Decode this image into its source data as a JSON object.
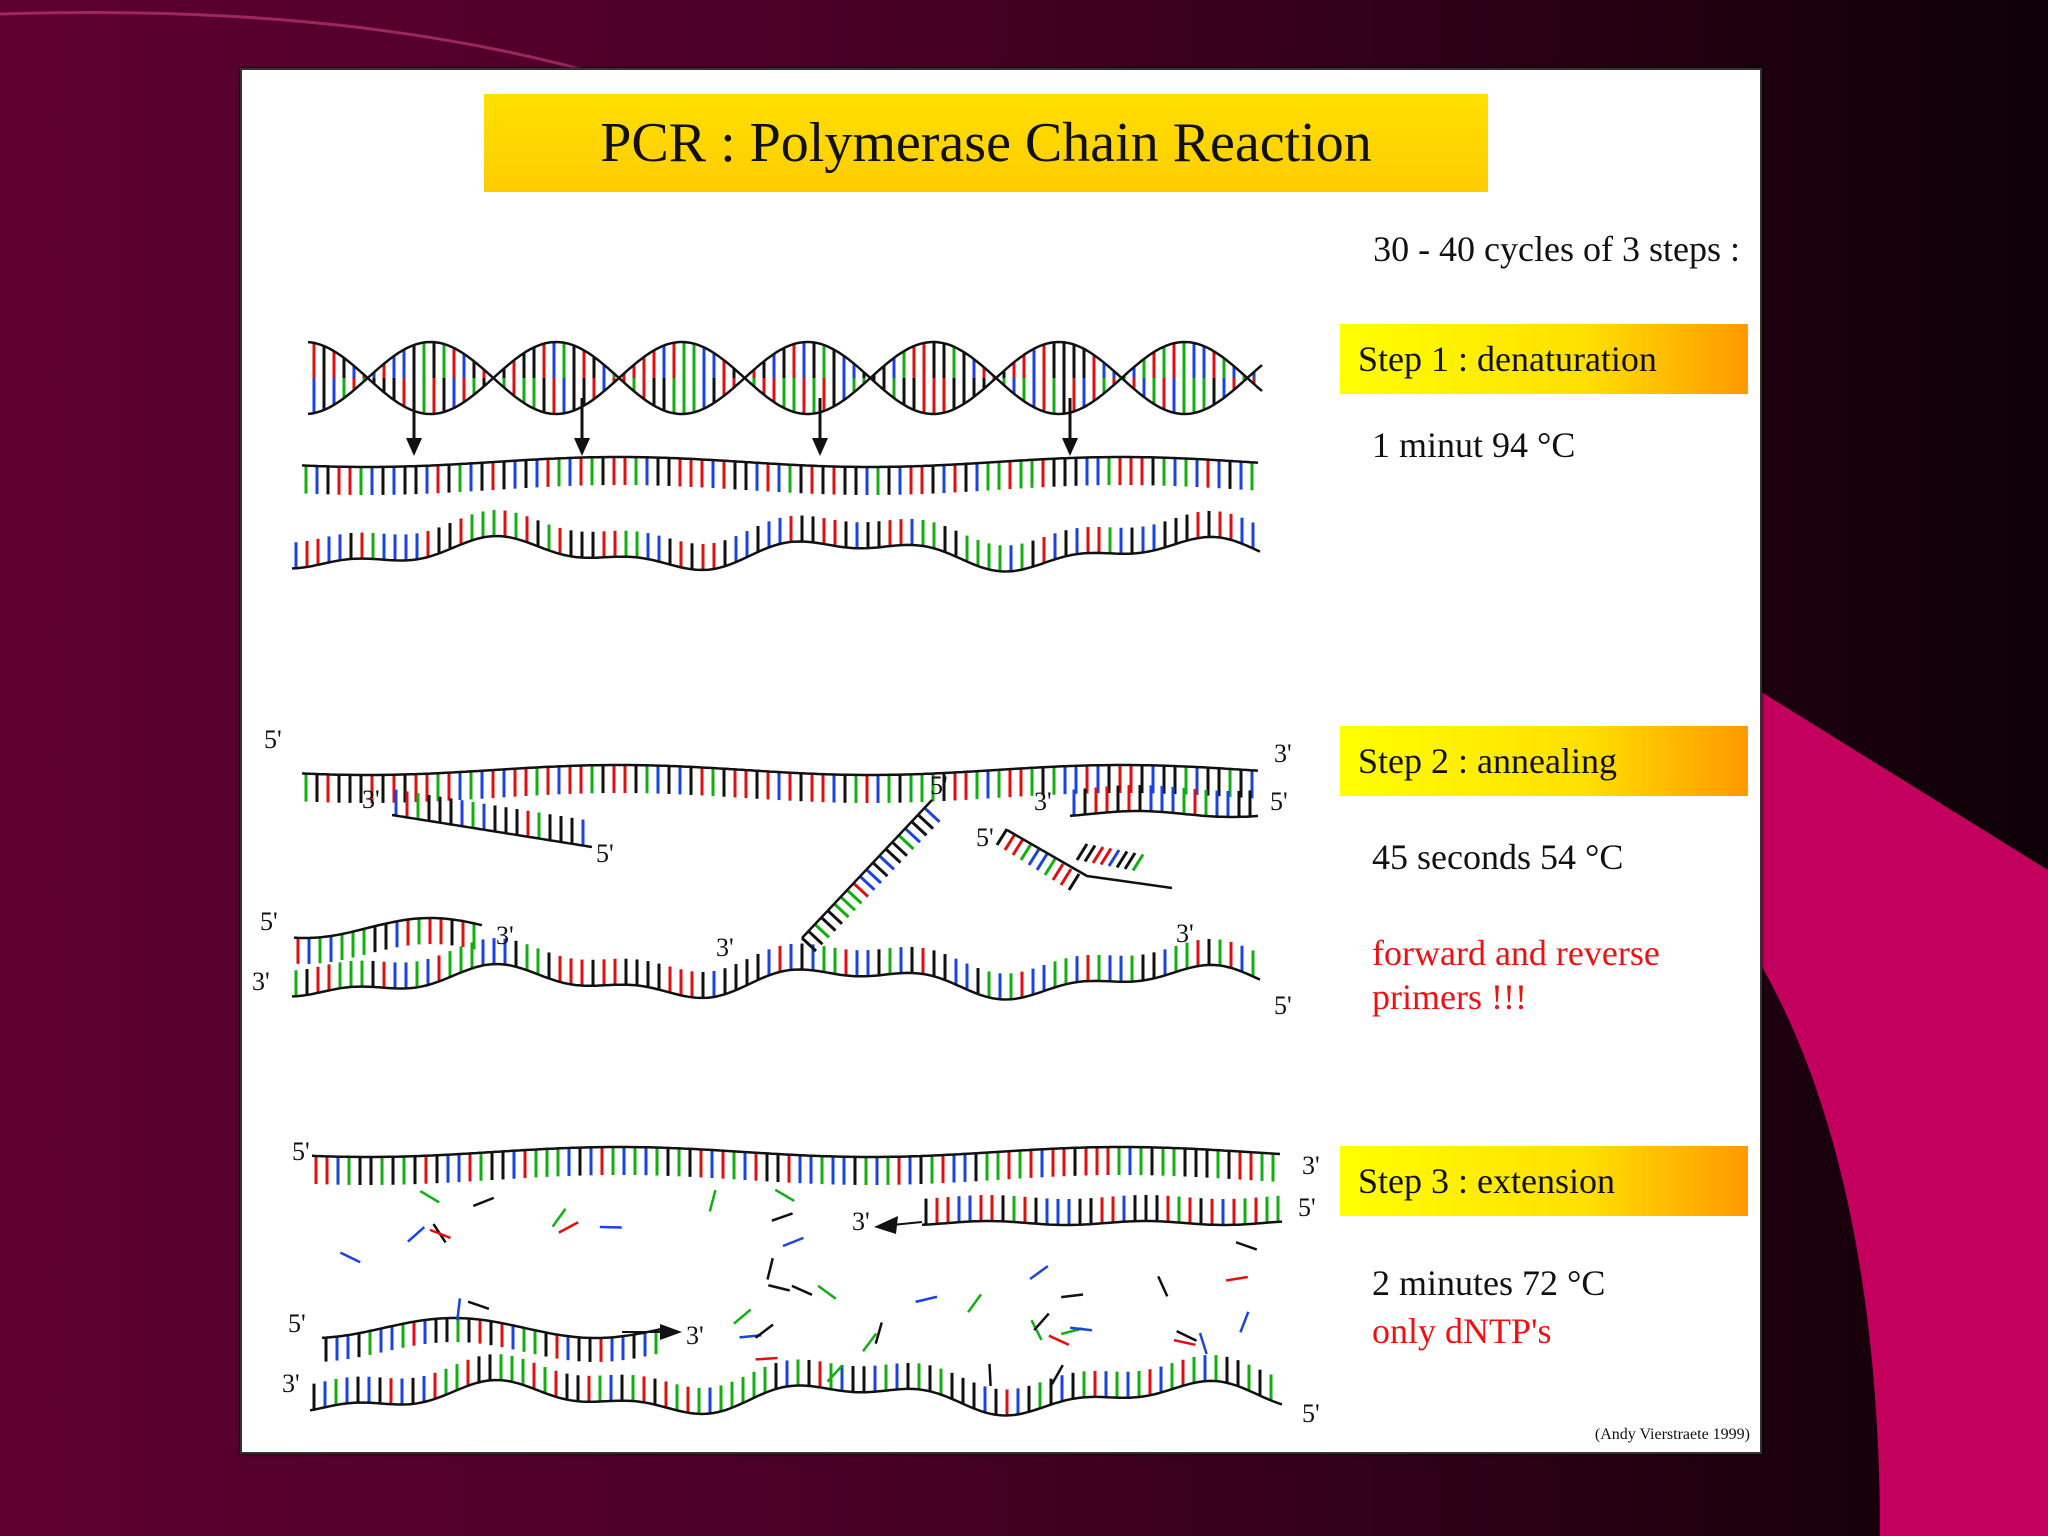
{
  "slide": {
    "title": "PCR : Polymerase Chain Reaction",
    "cycles_text": "30 - 40 cycles of 3 steps :",
    "credit": "(Andy Vierstraete 1999)"
  },
  "steps": [
    {
      "label": "Step 1 : denaturation",
      "condition": "1 minut 94 °C"
    },
    {
      "label": "Step 2 : annealing",
      "condition": "45 seconds 54 °C",
      "note_line1": "forward and reverse",
      "note_line2": "primers !!!"
    },
    {
      "label": "Step 3 : extension",
      "condition": "2 minutes 72 °C",
      "note_line1": "only dNTP's"
    }
  ],
  "strand_labels": {
    "five_prime": "5'",
    "three_prime": "3'"
  },
  "colors": {
    "background": "#4a0026",
    "accent_magenta": "#c4005e",
    "title_yellow": "#ffd700",
    "step_gradient_end": "#ff9900",
    "note_red": "#ee1111",
    "base_colors": [
      "#111111",
      "#e01010",
      "#1a44e0",
      "#10b010"
    ]
  }
}
